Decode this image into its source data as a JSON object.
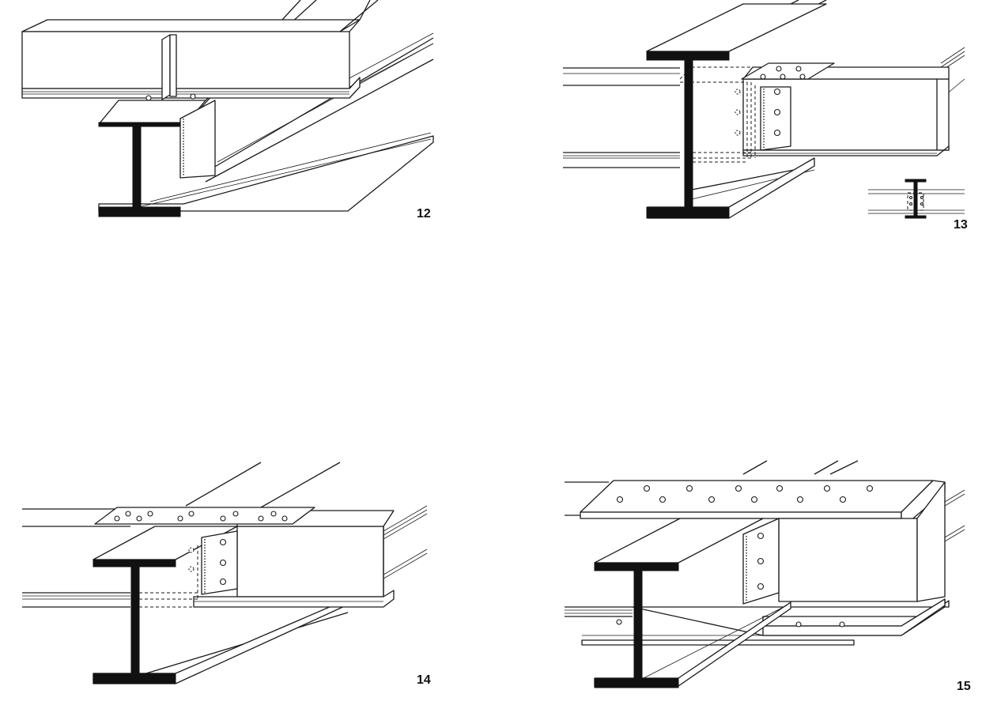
{
  "figures": [
    {
      "id": "fig-12",
      "number": "12"
    },
    {
      "id": "fig-13",
      "number": "13"
    },
    {
      "id": "fig-14",
      "number": "14"
    },
    {
      "id": "fig-15",
      "number": "15"
    }
  ]
}
